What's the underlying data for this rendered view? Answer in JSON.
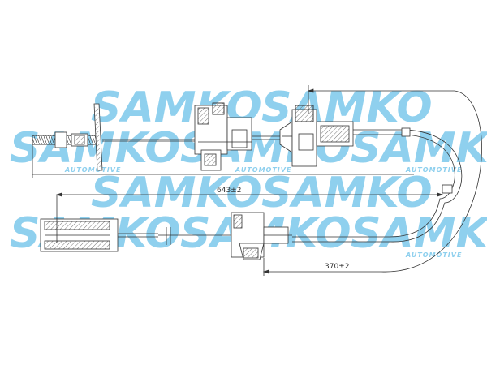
{
  "watermark": {
    "brand": "SAMKO",
    "subtitle": "AUTOMOTIVE",
    "color": "#8fd0ee"
  },
  "dimensions": {
    "overall_length": "643±2",
    "sheath_length": "370±2"
  },
  "colors": {
    "line": "#333333",
    "hatch": "#555555"
  }
}
